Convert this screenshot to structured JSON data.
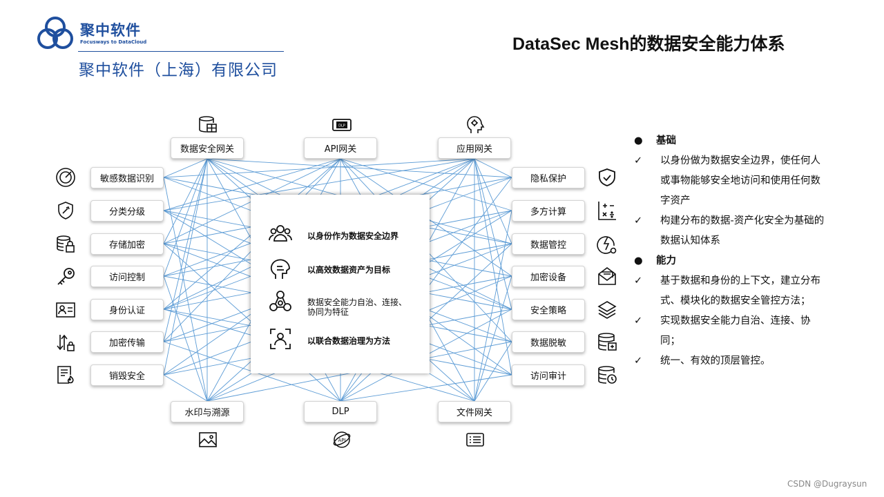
{
  "header": {
    "brand": "聚中软件",
    "brand_sub": "Focusways to DataCloud",
    "company": "聚中软件（上海）有限公司",
    "title": "DataSec Mesh的数据安全能力体系"
  },
  "colors": {
    "brand": "#1f4f9e",
    "line": "#5b9bd5"
  },
  "top_nodes": [
    {
      "label": "数据安全网关",
      "icon": "database-grid-icon"
    },
    {
      "label": "API网关",
      "icon": "dlp-screen-icon"
    },
    {
      "label": "应用网关",
      "icon": "head-gear-icon"
    }
  ],
  "bottom_nodes": [
    {
      "label": "水印与溯源",
      "icon": "image-watermark-icon"
    },
    {
      "label": "DLP",
      "icon": "api-globe-icon"
    },
    {
      "label": "文件网关",
      "icon": "file-list-icon"
    }
  ],
  "left_nodes": [
    {
      "label": "敏感数据识别",
      "icon": "radar-icon"
    },
    {
      "label": "分类分级",
      "icon": "shield-tool-icon"
    },
    {
      "label": "存储加密",
      "icon": "database-lock-icon"
    },
    {
      "label": "访问控制",
      "icon": "key-icon"
    },
    {
      "label": "身份认证",
      "icon": "id-card-icon"
    },
    {
      "label": "加密传输",
      "icon": "transfer-lock-icon"
    },
    {
      "label": "销毁安全",
      "icon": "document-fire-icon"
    }
  ],
  "right_nodes": [
    {
      "label": "隐私保护",
      "icon": "shield-check-icon"
    },
    {
      "label": "多方计算",
      "icon": "calculator-symbols-icon"
    },
    {
      "label": "数据管控",
      "icon": "lightning-gauge-icon"
    },
    {
      "label": "加密设备",
      "icon": "envelope-icon"
    },
    {
      "label": "安全策略",
      "icon": "layers-icon"
    },
    {
      "label": "数据脱敏",
      "icon": "database-mask-icon"
    },
    {
      "label": "访问审计",
      "icon": "database-clock-icon"
    }
  ],
  "center": {
    "items": [
      {
        "text": "以身份作为数据安全边界",
        "icon": "people-group-icon",
        "bold": true
      },
      {
        "text": "以高效数据资产为目标",
        "icon": "head-profile-icon",
        "bold": true
      },
      {
        "text": "数据安全能力自治、连接、协同为特征",
        "icon": "molecule-network-icon",
        "bold": false
      },
      {
        "text": "以联合数据治理为方法",
        "icon": "person-scan-icon",
        "bold": true
      }
    ]
  },
  "right_panel": {
    "sections": [
      {
        "heading": "基础",
        "points": [
          "以身份做为数据安全边界，使任何人或事物能够安全地访问和使用任何数字资产",
          "构建分布的数据-资产化安全为基础的数据认知体系"
        ]
      },
      {
        "heading": "能力",
        "points": [
          "基于数据和身份的上下文，建立分布式、模块化的数据安全管控方法；",
          "实现数据安全能力自治、连接、协同；",
          "统一、有效的顶层管控。"
        ]
      }
    ]
  },
  "watermark": "CSDN @Dugraysun"
}
